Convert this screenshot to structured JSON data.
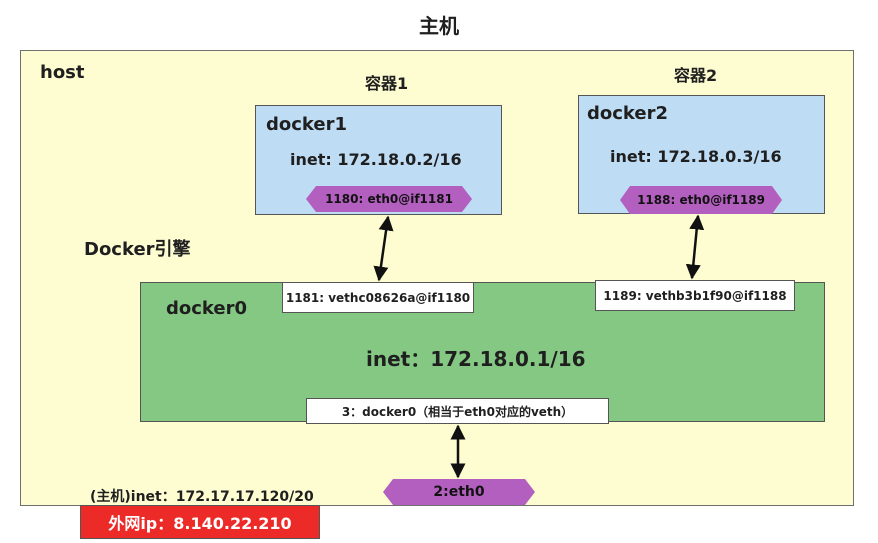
{
  "title": "主机",
  "host": {
    "label": "host",
    "engine_label": "Docker引擎",
    "inet": "(主机)inet：172.17.17.120/20",
    "external_ip": "外网ip：8.140.22.210",
    "eth0": "2:eth0"
  },
  "containers": [
    {
      "caption": "容器1",
      "name": "docker1",
      "inet": "inet: 172.18.0.2/16",
      "iface": "1180: eth0@if1181"
    },
    {
      "caption": "容器2",
      "name": "docker2",
      "inet": "inet: 172.18.0.3/16",
      "iface": "1188: eth0@if1189"
    }
  ],
  "bridge": {
    "name": "docker0",
    "inet": "inet：172.18.0.1/16",
    "veths": [
      "1181: vethc08626a@if1180",
      "1189: vethb3b1f90@if1188"
    ],
    "self_iface": "3：docker0（相当于eth0对应的veth）"
  },
  "colors": {
    "host_bg": "#fefdd2",
    "container_bg": "#bedcf4",
    "bridge_bg": "#84c884",
    "iface_bg": "#b35fbf",
    "external_bg": "#ec2a28"
  }
}
